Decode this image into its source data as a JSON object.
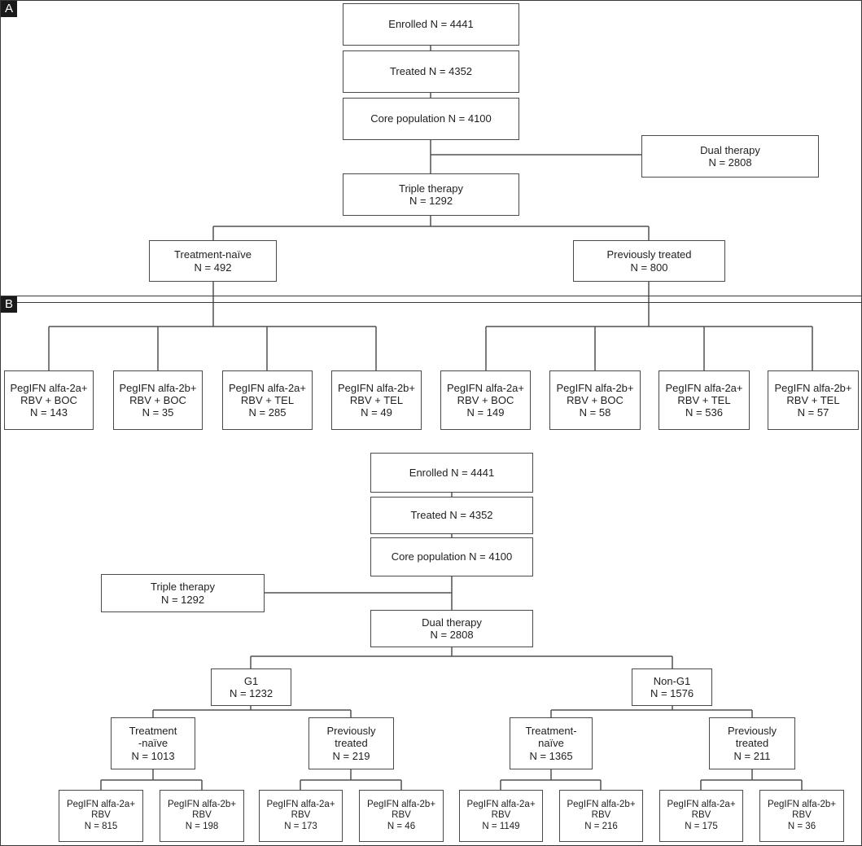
{
  "colors": {
    "box_border": "#4a4a4a",
    "line": "#505050",
    "text": "#1e1e1e",
    "badge_bg": "#1a1a1a"
  },
  "panelA": {
    "label": "A",
    "enrolled": [
      "Enrolled N = 4441"
    ],
    "treated": [
      "Treated N = 4352"
    ],
    "core": [
      "Core population N = 4100"
    ],
    "dual": [
      "Dual therapy",
      "N = 2808"
    ],
    "triple": [
      "Triple therapy",
      "N = 1292"
    ],
    "naive": [
      "Treatment-naïve",
      "N = 492"
    ],
    "prev": [
      "Previously treated",
      "N = 800"
    ],
    "arms": [
      [
        "PegIFN alfa-2a+",
        "RBV + BOC",
        "N = 143"
      ],
      [
        "PegIFN alfa-2b+",
        "RBV + BOC",
        "N = 35"
      ],
      [
        "PegIFN alfa-2a+",
        "RBV + TEL",
        "N = 285"
      ],
      [
        "PegIFN alfa-2b+",
        "RBV + TEL",
        "N = 49"
      ],
      [
        "PegIFN alfa-2a+",
        "RBV + BOC",
        "N = 149"
      ],
      [
        "PegIFN alfa-2b+",
        "RBV + BOC",
        "N = 58"
      ],
      [
        "PegIFN alfa-2a+",
        "RBV + TEL",
        "N = 536"
      ],
      [
        "PegIFN alfa-2b+",
        "RBV + TEL",
        "N = 57"
      ]
    ]
  },
  "panelB": {
    "label": "B",
    "enrolled": [
      "Enrolled N = 4441"
    ],
    "treated": [
      "Treated N = 4352"
    ],
    "core": [
      "Core population N = 4100"
    ],
    "triple": [
      "Triple therapy",
      "N = 1292"
    ],
    "dual": [
      "Dual therapy",
      "N = 2808"
    ],
    "g1": [
      "G1",
      "N = 1232"
    ],
    "nong1": [
      "Non-G1",
      "N = 1576"
    ],
    "g1_naive": [
      "Treatment",
      "-naïve",
      "N = 1013"
    ],
    "g1_prev": [
      "Previously",
      "treated",
      "N = 219"
    ],
    "ng_naive": [
      "Treatment-",
      "naïve",
      "N = 1365"
    ],
    "ng_prev": [
      "Previously",
      "treated",
      "N = 211"
    ],
    "arms": [
      [
        "PegIFN alfa-2a+",
        "RBV",
        "N = 815"
      ],
      [
        "PegIFN alfa-2b+",
        "RBV",
        "N = 198"
      ],
      [
        "PegIFN alfa-2a+",
        "RBV",
        "N = 173"
      ],
      [
        "PegIFN alfa-2b+",
        "RBV",
        "N = 46"
      ],
      [
        "PegIFN alfa-2a+",
        "RBV",
        "N = 1149"
      ],
      [
        "PegIFN alfa-2b+",
        "RBV",
        "N = 216"
      ],
      [
        "PegIFN alfa-2a+",
        "RBV",
        "N = 175"
      ],
      [
        "PegIFN alfa-2b+",
        "RBV",
        "N = 36"
      ]
    ]
  }
}
